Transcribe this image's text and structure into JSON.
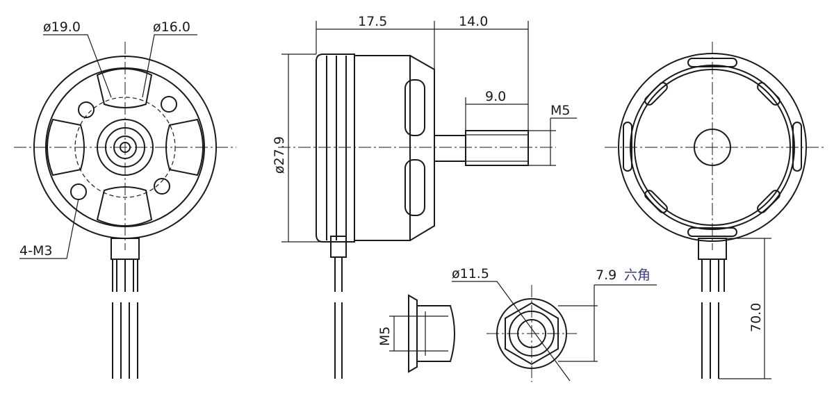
{
  "title": "Motor dimension drawing",
  "front_view": {
    "dia_outer_label": "ø19.0",
    "dia_inner_label": "ø16.0",
    "mount_label": "4-M3"
  },
  "side_view": {
    "body_length": "17.5",
    "shaft_length": "14.0",
    "thread_length": "9.0",
    "thread_label": "M5",
    "diameter_label": "ø27.9"
  },
  "nut": {
    "thread_label": "M5",
    "diameter_label": "ø11.5",
    "hex_label": "7.9",
    "hex_label_cjk": "六角"
  },
  "rear_view": {
    "lead_length": "70.0"
  }
}
